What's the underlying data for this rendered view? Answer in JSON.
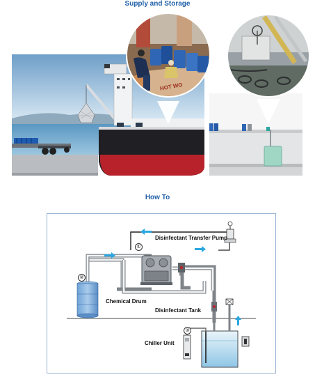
{
  "headings": {
    "supply": "Supply and Storage",
    "howto": "How To"
  },
  "photo_texts": {
    "sack_text": "HOT WO"
  },
  "diagram": {
    "labels": {
      "transfer_pump": "Disinfectant Transfer Pump",
      "chemical_drum": "Chemical Drum",
      "disinfectant_tank": "Disinfectant Tank",
      "chiller_unit": "Chiller Unit"
    },
    "markers": {
      "m1": "①",
      "m2": "②",
      "m3": "③"
    }
  },
  "colors": {
    "heading": "#1f5fa8",
    "flow_arrow": "#2aa7e0",
    "hull_red": "#b8232b",
    "hull_dark": "#1f1f24",
    "drum_blue": "#2f66b5"
  }
}
